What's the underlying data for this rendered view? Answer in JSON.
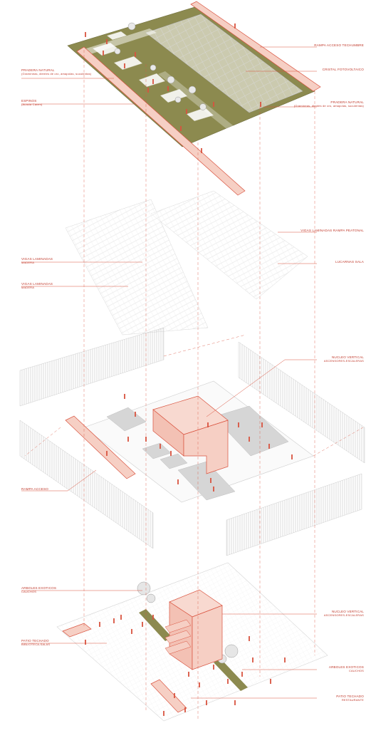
{
  "colors": {
    "accent": "#d9533f",
    "accent_fill": "#f6cfc4",
    "olive": "#8c8a4f",
    "grey_fill": "#d6d6d6",
    "line": "#b8b8b8"
  },
  "labels": {
    "rampa_techo": "RAMPA ACCESO TECHUMBRE",
    "pradera_left_title": "PRADERA NATURAL",
    "pradera_left_sub": "(Gramíneas, dientes de oro, amapolas, suculentas)",
    "cristal": "CRISTAL FOTOVOLTAICO",
    "espinos_title": "ESPINOS",
    "espinos_sub": "(Acacia Caven)",
    "pradera_right_title": "PRADERA NATURAL",
    "pradera_right_sub": "(Gramíneas, dientes de oro, amapolas, suculentas)",
    "vigas_rampa": "VIGAS LAMINADAS RAMPA PEATONAL",
    "vigas_madera_1_title": "VIGAS LAMINADAS",
    "vigas_madera_1_sub": "MADERA",
    "lucarnas": "LUCARNAS SALA",
    "vigas_madera_2_title": "VIGAS LAMINADAS",
    "vigas_madera_2_sub": "MADERA",
    "nucleo_1_title": "NUCLEO VERTICAL",
    "nucleo_1_sub": "ASCENSORES-ESCALERAS",
    "rampa_acceso": "RAMPA ACCESO",
    "arboles_1_title": "ARBOLES EXOTICOS",
    "arboles_1_sub": "CAUCHOS",
    "nucleo_2_title": "NUCLEO VERTICAL",
    "nucleo_2_sub": "ASCENSORES-ESCALERAS",
    "patio_biblio_title": "PATIO TECHADO",
    "patio_biblio_sub": "BIBLIOTECA-SALAS",
    "arboles_2_title": "ARBOLES EXOTICOS",
    "arboles_2_sub": "CAUCHOS",
    "patio_rest_title": "PATIO TECHADO",
    "patio_rest_sub": "RESTAURANTE"
  }
}
